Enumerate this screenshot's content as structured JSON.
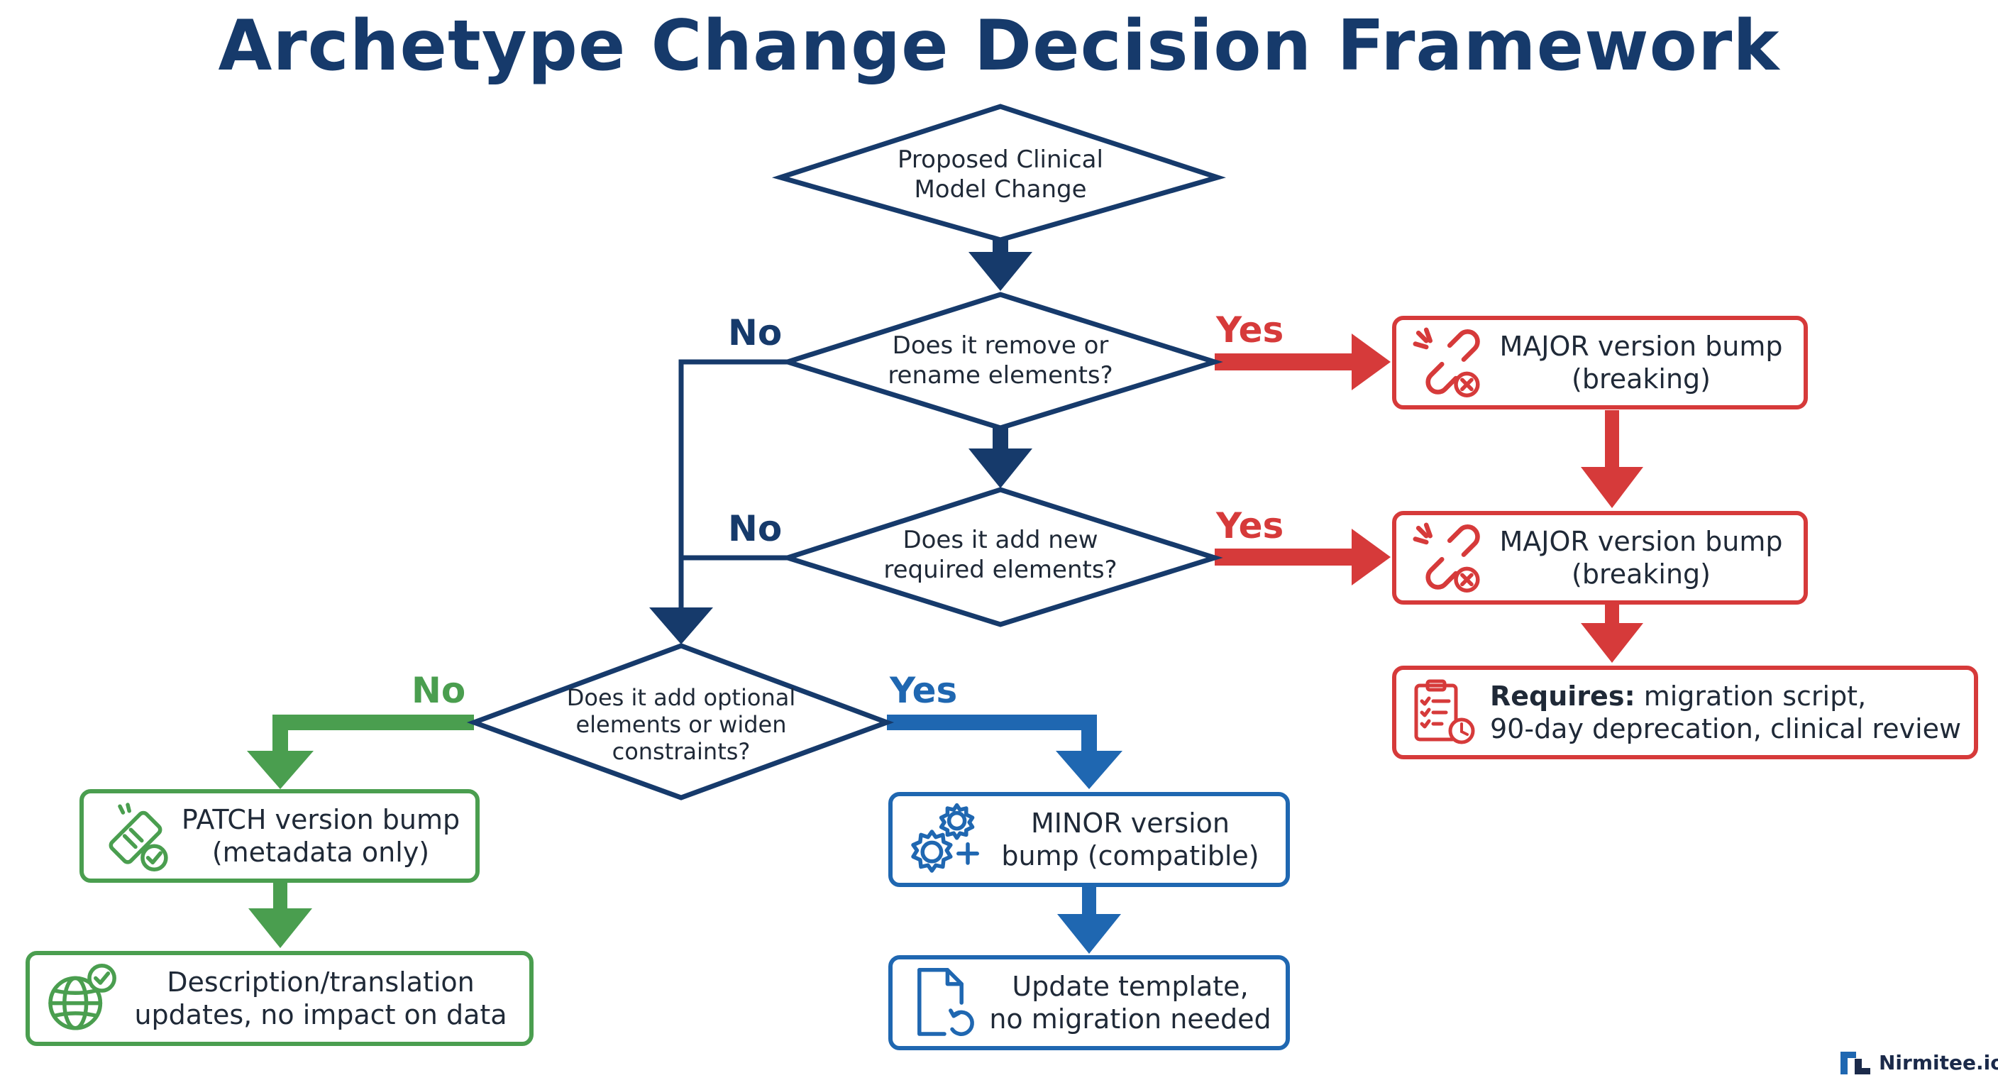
{
  "title": "Archetype Change Decision Framework",
  "decisions": {
    "d1": [
      "Proposed Clinical",
      "Model Change"
    ],
    "d2": [
      "Does it remove or",
      "rename elements?"
    ],
    "d3": [
      "Does it add new",
      "required elements?"
    ],
    "d4": [
      "Does it add optional",
      "elements or widen",
      "constraints?"
    ]
  },
  "branch_labels": {
    "d2_no": "No",
    "d2_yes": "Yes",
    "d3_no": "No",
    "d3_yes": "Yes",
    "d4_no": "No",
    "d4_yes": "Yes"
  },
  "outcomes": {
    "major1": [
      "MAJOR version bump",
      "(breaking)"
    ],
    "major2": [
      "MAJOR version bump",
      "(breaking)"
    ],
    "requires": {
      "bold": "Requires:",
      "line1": " migration script,",
      "line2": "90-day deprecation, clinical review"
    },
    "patch": [
      "PATCH version bump",
      "(metadata only)"
    ],
    "patch_detail": [
      "Description/translation",
      "updates, no impact on data"
    ],
    "minor": [
      "MINOR version",
      "bump (compatible)"
    ],
    "minor_detail": [
      "Update template,",
      "no migration needed"
    ]
  },
  "icons": {
    "major1": "broken-chain-icon",
    "major2": "broken-chain-icon",
    "requires": "clipboard-clock-icon",
    "patch": "tag-check-icon",
    "patch_detail": "globe-check-icon",
    "minor": "gears-plus-icon",
    "minor_detail": "document-refresh-icon"
  },
  "colors": {
    "navy": "#163a6b",
    "red": "#d63a3a",
    "green": "#4a9e4f",
    "blue": "#1f67b1"
  },
  "brand": "Nirmitee.io"
}
